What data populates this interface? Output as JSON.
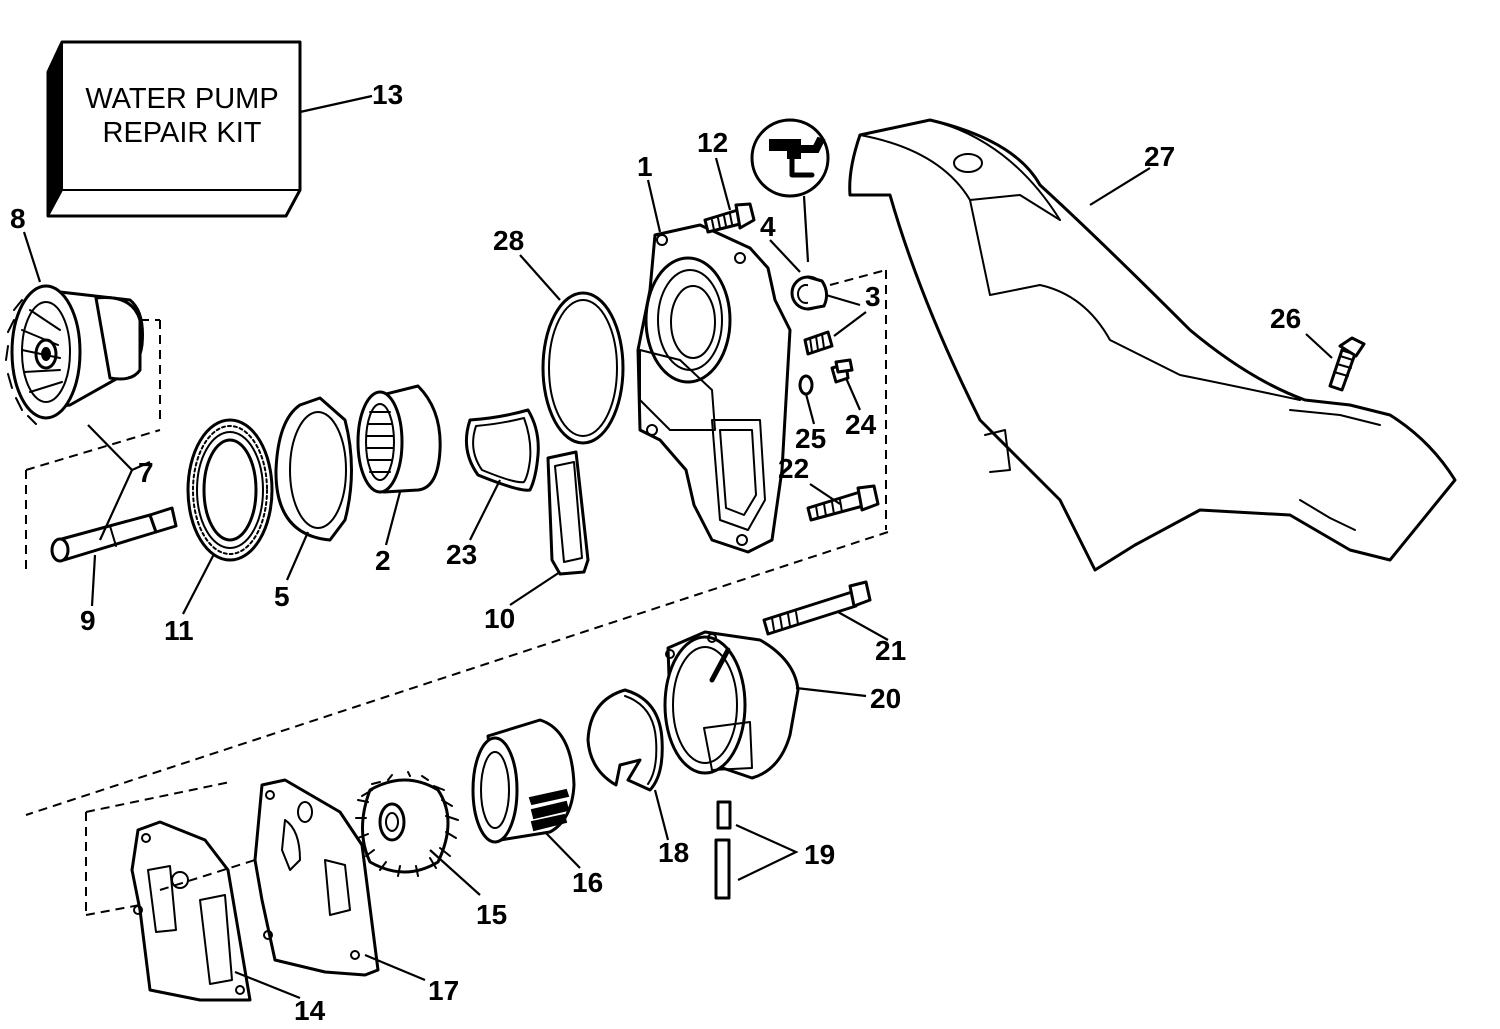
{
  "kit": {
    "line1": "WATER PUMP",
    "line2": "REPAIR KIT"
  },
  "callouts": {
    "c1": "1",
    "c2": "2",
    "c3": "3",
    "c4": "4",
    "c5": "5",
    "c7": "7",
    "c8": "8",
    "c9": "9",
    "c10": "10",
    "c11": "11",
    "c12": "12",
    "c13": "13",
    "c14": "14",
    "c15": "15",
    "c16": "16",
    "c17": "17",
    "c18": "18",
    "c19": "19",
    "c20": "20",
    "c21": "21",
    "c22": "22",
    "c23": "23",
    "c24": "24",
    "c25": "25",
    "c26": "26",
    "c27": "27",
    "c28": "28"
  },
  "colors": {
    "ink": "#000000",
    "paper": "#ffffff"
  },
  "icons": {
    "lubricant_symbol": "oil-can-icon"
  }
}
